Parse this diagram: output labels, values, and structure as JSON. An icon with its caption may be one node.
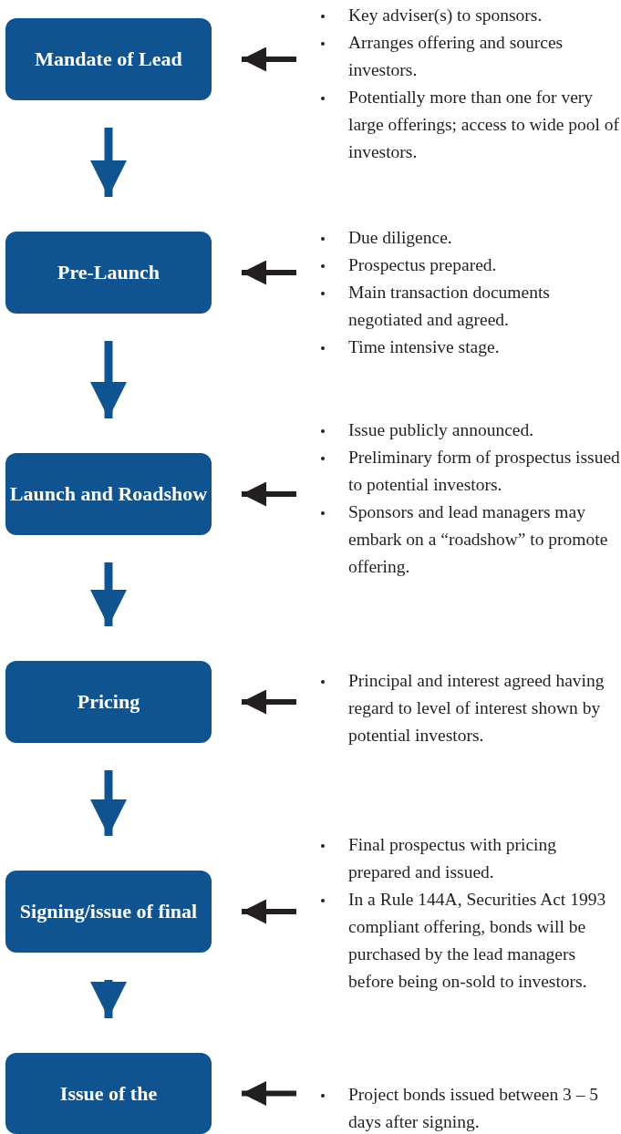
{
  "diagram": {
    "nodes": [
      {
        "text": [
          "Mandate of Lead"
        ]
      },
      {
        "text": [
          "Pre-Launch"
        ]
      },
      {
        "text": [
          "Launch and Roadshow"
        ]
      },
      {
        "text": [
          "Pricing"
        ]
      },
      {
        "text": [
          "Signing/issue of final"
        ]
      },
      {
        "text": [
          "Issue of the"
        ]
      },
      {
        "text": [
          "Key adviser(s) to sponsors.",
          "Arranges offering and sources investors.",
          "Potentially more than one for very large offerings; access to wide pool of investors."
        ]
      },
      {
        "text": [
          "Due diligence.",
          "Prospectus prepared.",
          "Main transaction documents negotiated and agreed.",
          "Time intensive stage."
        ]
      },
      {
        "text": [
          "Issue publicly announced.",
          "Preliminary form of prospectus issued to potential investors.",
          "Sponsors and lead managers may embark on a “roadshow” to promote offering."
        ]
      },
      {
        "text": [
          "Principal and interest agreed having regard to level of interest shown by potential investors."
        ]
      },
      {
        "text": [
          "Final prospectus with pricing prepared and issued.",
          "In a Rule 144A, Securities Act 1993 compliant offering, bonds will be purchased by the lead managers before being on-sold to investors."
        ]
      },
      {
        "text": [
          "Project bonds issued between 3 – 5 days after signing."
        ]
      }
    ],
    "edges": [
      {
        "from": 0,
        "to": 1,
        "arrow": "to",
        "color": "#0f5490"
      },
      {
        "from": 1,
        "to": 2,
        "arrow": "to",
        "color": "#0f5490"
      },
      {
        "from": 2,
        "to": 3,
        "arrow": "to",
        "color": "#0f5490"
      },
      {
        "from": 3,
        "to": 4,
        "arrow": "to",
        "color": "#0f5490"
      },
      {
        "from": 4,
        "to": 5,
        "arrow": "to",
        "color": "#0f5490"
      },
      {
        "from": 6,
        "to": 0,
        "arrow": "to"
      },
      {
        "from": 7,
        "to": 1,
        "arrow": "to"
      },
      {
        "from": 8,
        "to": 2,
        "arrow": "to"
      },
      {
        "from": 9,
        "to": 3,
        "arrow": "to"
      },
      {
        "from": 10,
        "to": 4,
        "arrow": "to"
      },
      {
        "from": 11,
        "to": 5,
        "arrow": "to"
      }
    ]
  }
}
